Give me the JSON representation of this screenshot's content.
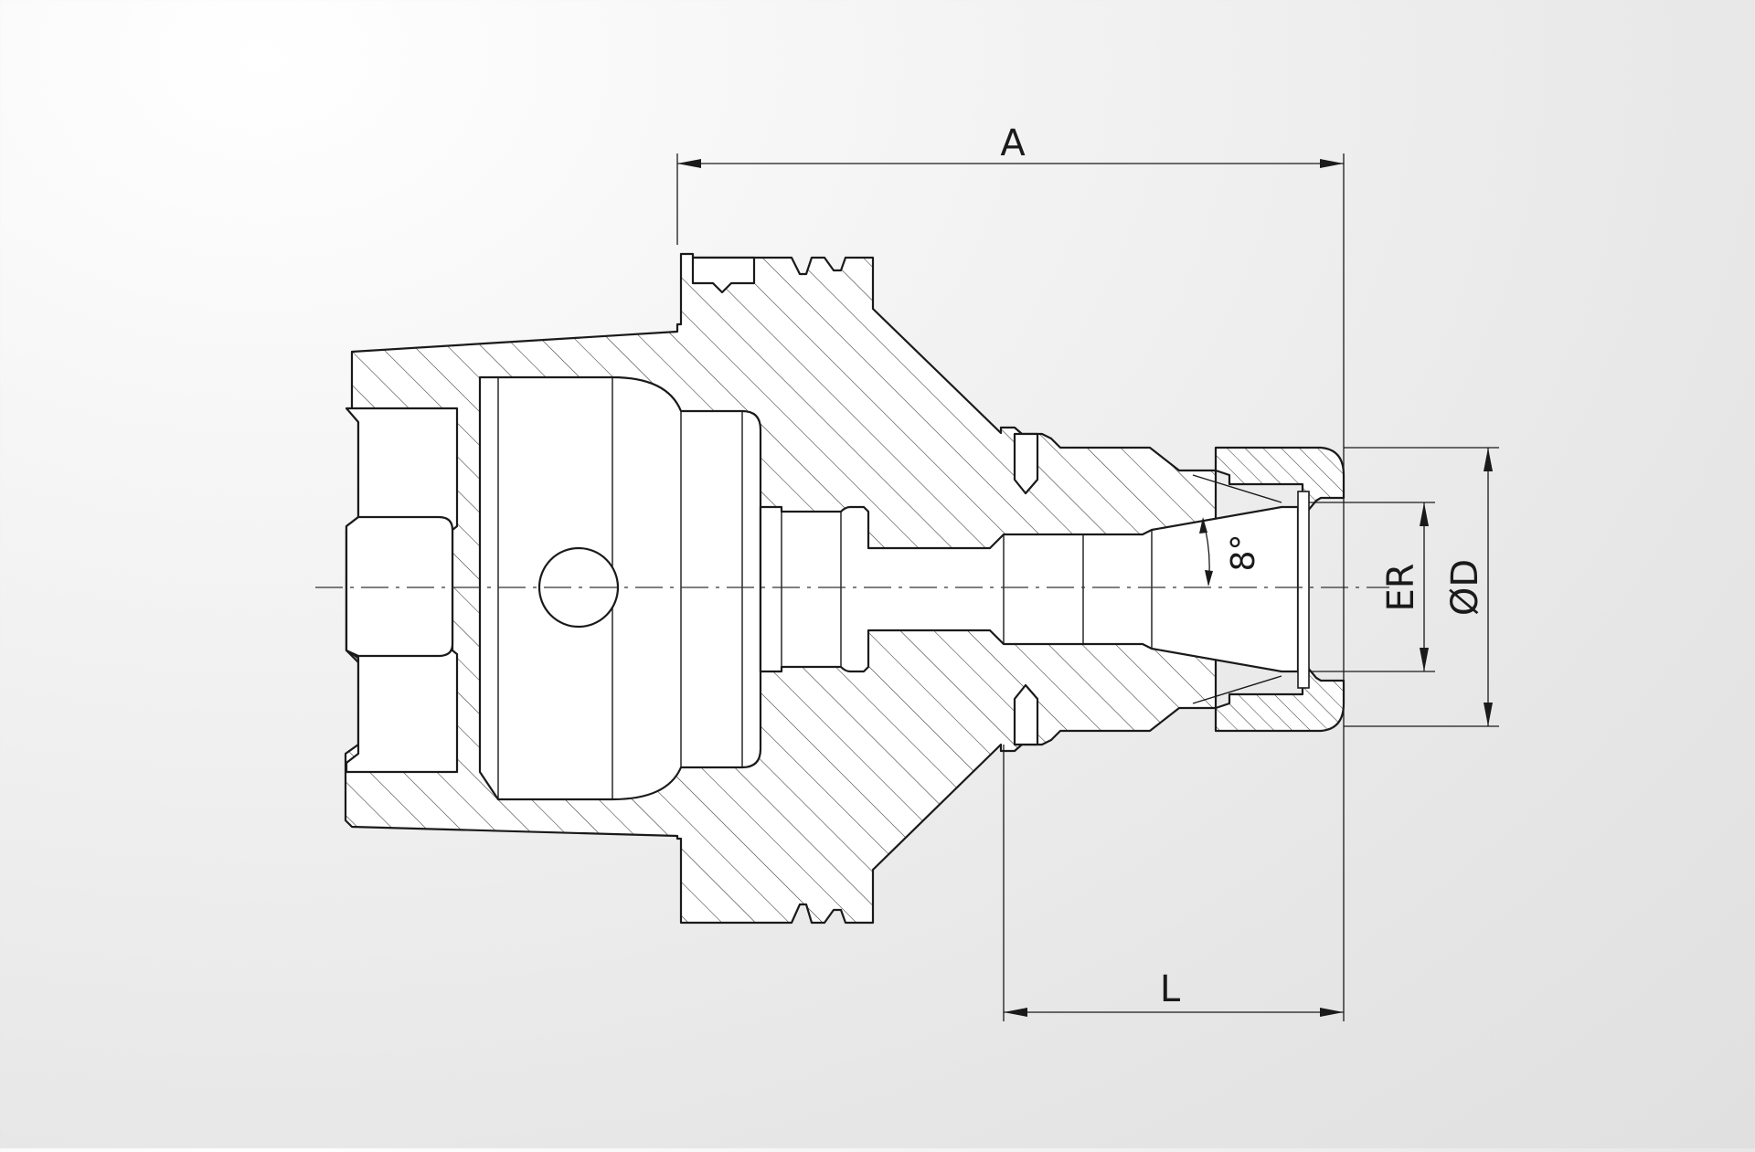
{
  "drawing": {
    "labels": {
      "a": "A",
      "l": "L",
      "er": "ER",
      "d": "ØD",
      "angle": "8°"
    },
    "colors": {
      "line": "#1a1a1a",
      "background": "#e8e8e8",
      "part_fill": "#ffffff"
    }
  }
}
